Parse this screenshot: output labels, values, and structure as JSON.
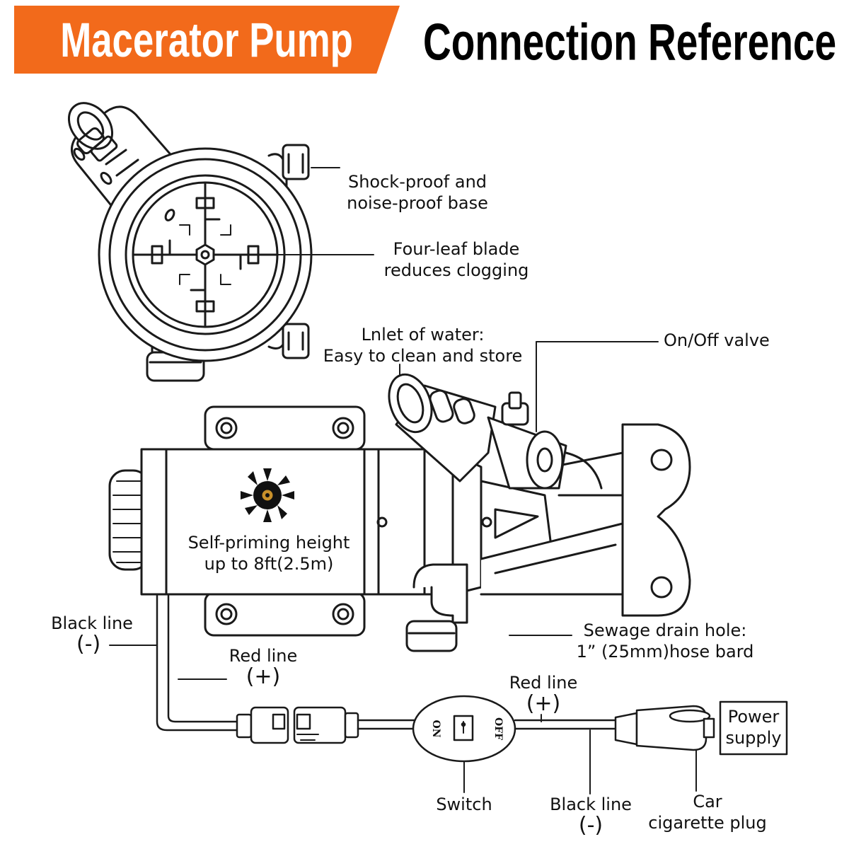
{
  "header": {
    "badge_title": "Macerator Pump",
    "main_title": "Connection Reference"
  },
  "callouts": {
    "base_line1": "Shock-proof and",
    "base_line2": "noise-proof base",
    "blade_line1": "Four-leaf blade",
    "blade_line2": "reduces clogging",
    "inlet_line1": "Lnlet of water:",
    "inlet_line2": "Easy to clean and store",
    "valve": "On/Off valve",
    "priming_line1": "Self-priming height",
    "priming_line2": "up to 8ft(2.5m)",
    "drain_line1": "Sewage drain hole:",
    "drain_line2": "1”  (25mm)hose bard"
  },
  "wiring": {
    "black_line_left": "Black line",
    "black_sign_left": "(-)",
    "red_line_left": "Red line",
    "red_sign_left": "(+)",
    "red_line_right": "Red line",
    "red_sign_right": "(+)",
    "switch_on": "ON",
    "switch_off": "OFF",
    "switch_label": "Switch",
    "black_line_bottom": "Black line",
    "black_sign_bottom": "(-)",
    "plug_line1": "Car",
    "plug_line2": "cigarette plug",
    "power_line1": "Power",
    "power_line2": "supply"
  },
  "colors": {
    "accent": "#f26a1b",
    "line": "#1a1a1a",
    "impeller_hub": "#c8902a"
  }
}
